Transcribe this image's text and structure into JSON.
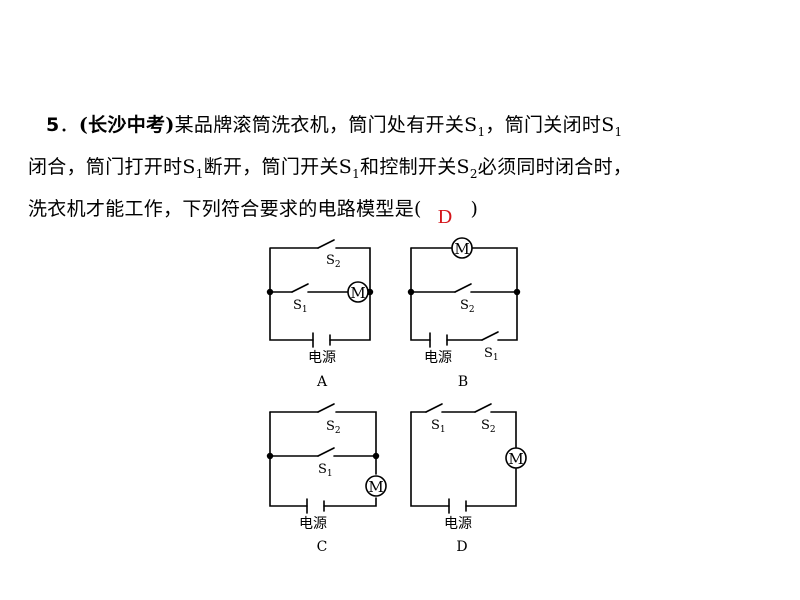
{
  "question": {
    "number": "5",
    "source": "(长沙中考)",
    "line1_text": "某品牌滚筒洗衣机，筒门处有开关S",
    "line1_sub": "1",
    "line1_text2": "，筒门关闭时S",
    "line1_sub2": "1",
    "line2_text": "闭合，筒门打开时S",
    "line2_sub": "1",
    "line2_text2": "断开，筒门开关S",
    "line2_sub2": "1",
    "line2_text3": "和控制开关S",
    "line2_sub3": "2",
    "line2_text4": "必须同时闭合时，",
    "line3_text": "洗衣机才能工作，下列符合要求的电路模型是(",
    "line3_close": ")",
    "answer": "D"
  },
  "diagram_labels": {
    "motor": "M",
    "power_source": "电源",
    "switch_letter": "S",
    "sub_one": "1",
    "sub_two": "2",
    "options": [
      "A",
      "B",
      "C",
      "D"
    ]
  }
}
